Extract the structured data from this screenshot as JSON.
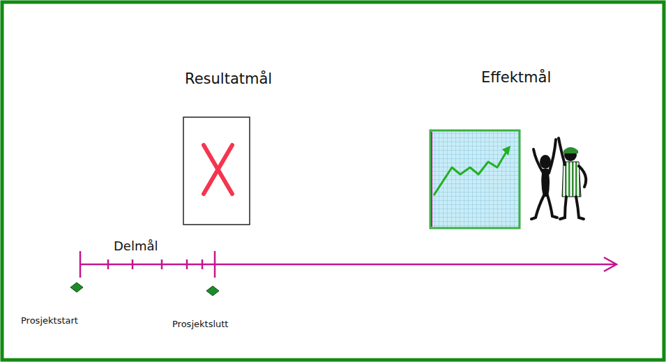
{
  "diagram": {
    "labels": [
      "Resultatmål",
      "Effektmål",
      "Delmål",
      "Prosjektstart",
      "Prosjektslutt"
    ]
  }
}
